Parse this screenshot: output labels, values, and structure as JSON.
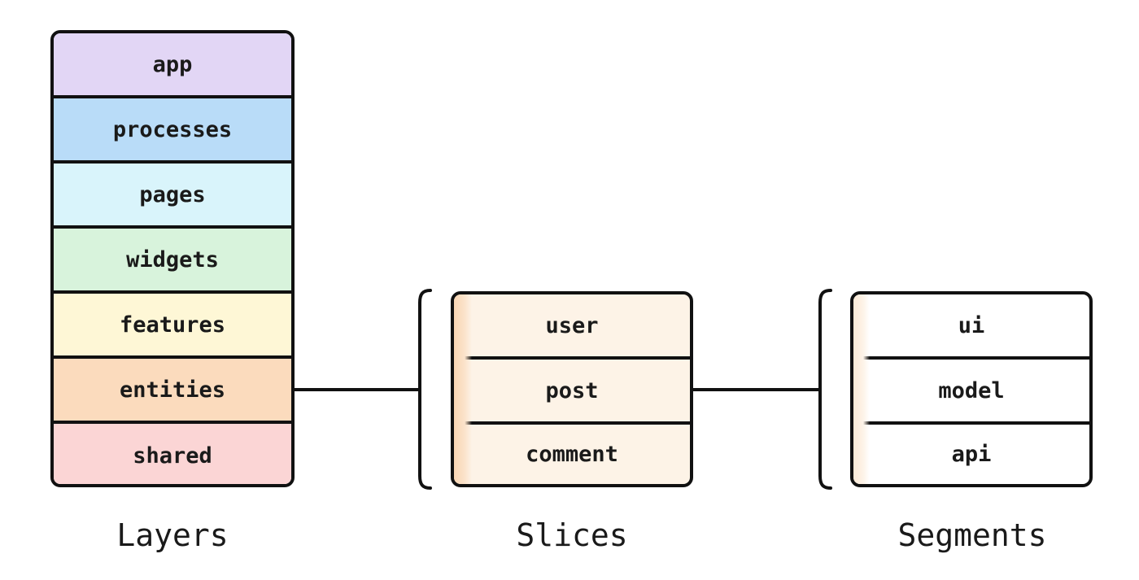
{
  "layers": {
    "caption": "Layers",
    "items": [
      {
        "label": "app",
        "color": "#e2d6f5"
      },
      {
        "label": "processes",
        "color": "#b9dcf8"
      },
      {
        "label": "pages",
        "color": "#d9f4fb"
      },
      {
        "label": "widgets",
        "color": "#d8f3dc"
      },
      {
        "label": "features",
        "color": "#fef7d6"
      },
      {
        "label": "entities",
        "color": "#fbdbbd"
      },
      {
        "label": "shared",
        "color": "#fbd5d5"
      }
    ]
  },
  "slices": {
    "caption": "Slices",
    "fill_color": "#fdf3e7",
    "items": [
      {
        "label": "user"
      },
      {
        "label": "post"
      },
      {
        "label": "comment"
      }
    ]
  },
  "segments": {
    "caption": "Segments",
    "fill_color": "#ffffff",
    "items": [
      {
        "label": "ui"
      },
      {
        "label": "model"
      },
      {
        "label": "api"
      }
    ]
  },
  "stroke_color": "#111111"
}
